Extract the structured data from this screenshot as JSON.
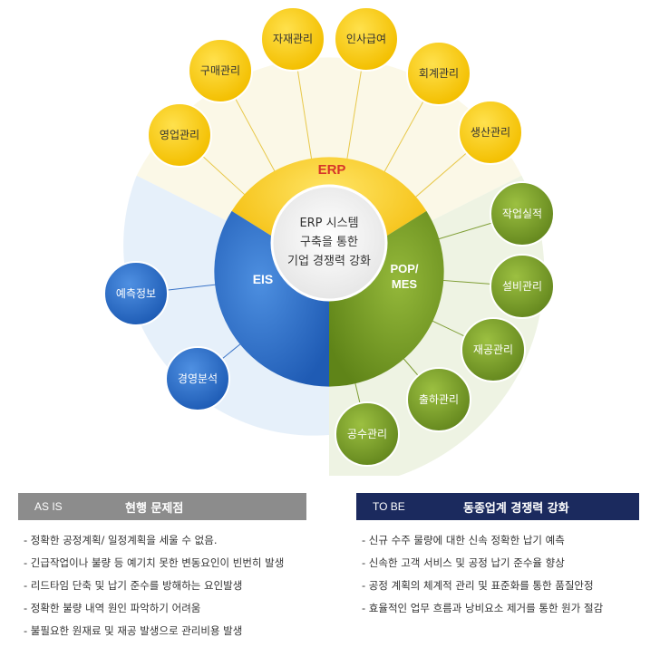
{
  "center": {
    "lines": [
      "ERP 시스템",
      "구축을 통한",
      "기업 경쟁력 강화"
    ]
  },
  "segments": {
    "erp": "ERP",
    "eis": "EIS",
    "pop_line1": "POP/",
    "pop_line2": "MES"
  },
  "erp_modules": [
    "영업관리",
    "구매관리",
    "자재관리",
    "인사급여",
    "회계관리",
    "생산관리"
  ],
  "eis_modules": [
    "예측정보",
    "경영분석"
  ],
  "pop_modules": [
    "작업실적",
    "설비관리",
    "재공관리",
    "출하관리",
    "공수관리"
  ],
  "colors": {
    "erp": "#f5c400",
    "erp_label": "#d6362a",
    "eis": "#2f6fc8",
    "pop": "#7a9d2a",
    "as_is_header": "#8c8c8c",
    "to_be_header": "#1b2a5e"
  },
  "as_is": {
    "tag": "AS IS",
    "title": "현행 문제점",
    "items": [
      "- 정확한 공정계획/ 일정계획을 세울 수 없음.",
      "- 긴급작업이나 불량 등 예기치 못한 변동요인이 빈번히 발생",
      "- 리드타임 단축 및 납기 준수를 방해하는 요인발생",
      "- 정확한 불량 내역 원인 파악하기 어려움",
      "- 불필요한 원재료 및 재공 발생으로 관리비용 발생"
    ]
  },
  "to_be": {
    "tag": "TO BE",
    "title": "동종업계 경쟁력 강화",
    "items": [
      "- 신규 수주 물량에 대한 신속 정확한 납기 예측",
      "- 신속한 고객 서비스 및 공정 납기 준수율 향상",
      "- 공정 계획의 체계적 관리 및 표준화를 통한 품질안정",
      "- 효율적인 업무 흐름과 낭비요소 제거를 통한 원가 절감"
    ]
  }
}
